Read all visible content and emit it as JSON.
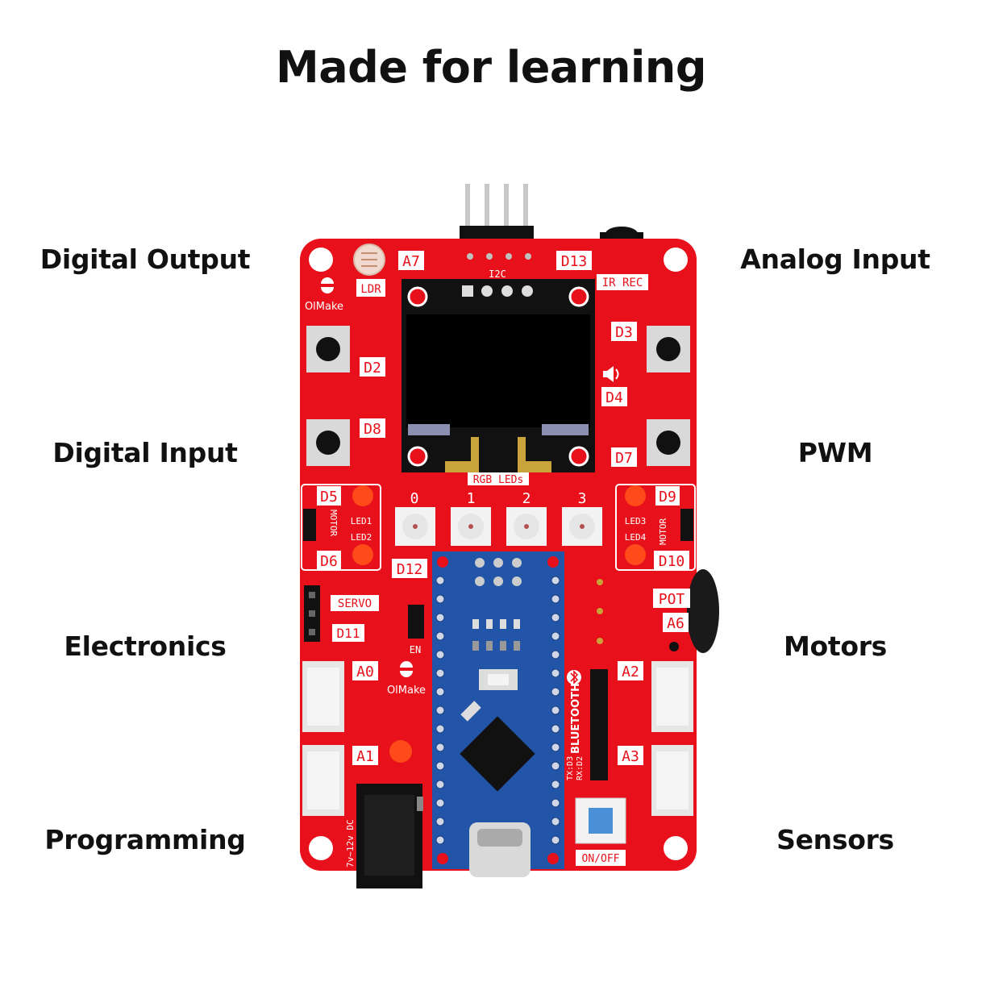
{
  "title": "Made for learning",
  "features": {
    "left": [
      "Digital Output",
      "Digital Input",
      "Electronics",
      "Programming"
    ],
    "right": [
      "Analog Input",
      "PWM",
      "Motors",
      "Sensors"
    ]
  },
  "board": {
    "brand": "OlMake",
    "labels": {
      "a7": "A7",
      "ldr": "LDR",
      "d13": "D13",
      "ir_rec": "IR REC",
      "i2c": "I2C",
      "d2": "D2",
      "d3": "D3",
      "d4": "D4",
      "d7": "D7",
      "d8": "D8",
      "d5": "D5",
      "d6": "D6",
      "d9": "D9",
      "d10": "D10",
      "d11": "D11",
      "d12": "D12",
      "led1": "LED1",
      "led2": "LED2",
      "led3": "LED3",
      "led4": "LED4",
      "motor": "MOTOR",
      "servo": "SERVO",
      "en": "EN",
      "pot": "POT",
      "a6": "A6",
      "a0": "A0",
      "a1": "A1",
      "a2": "A2",
      "a3": "A3",
      "rgb_leds": "RGB LEDs",
      "rgb0": "0",
      "rgb1": "1",
      "rgb2": "2",
      "rgb3": "3",
      "bluetooth": "BLUETOOTH",
      "tx": "TX:D3",
      "rx": "RX:D2",
      "dc": "7v~12v DC",
      "on_off": "ON/OFF"
    },
    "colors": {
      "pcb": "#e8101a",
      "nano": "#2255a8",
      "led": "#ff4a1a",
      "screen": "#000000",
      "gold": "#c9a43a"
    }
  }
}
